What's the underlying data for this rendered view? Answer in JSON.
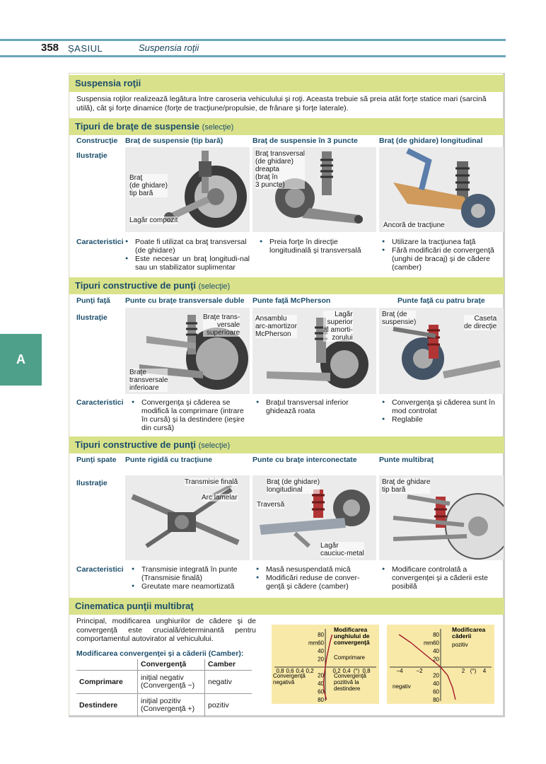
{
  "header": {
    "page_number": "358",
    "chapter": "ȘASIUL",
    "section": "Suspensia roţii"
  },
  "side_tab": "A",
  "s1": {
    "title": "Suspensia roţii",
    "intro": "Suspensia roţilor realizează legătura între caroseria vehiculului şi roţi. Aceasta trebuie să preia atât forţe statice mari (sarcină utilă), cât şi forţe dinamice (forţe de tracţiune/propulsie, de frânare şi forţe laterale)."
  },
  "s2": {
    "title": "Tipuri de braţe de suspensie",
    "sel": "(selecţie)",
    "row_construct": "Construcţie",
    "row_ilus": "Ilustraţie",
    "row_car": "Caracteristici",
    "cols": [
      "Braţ de suspensie (tip bară)",
      "Braţ de suspensie în 3 puncte",
      "Braţ (de ghidare) longitudinal"
    ],
    "img1_labels": [
      "Braţ\n(de ghidare)\ntip bară",
      "Lagăr compozit"
    ],
    "img2_labels": [
      "Braţ transversal\n(de ghidare)\ndreapta\n(braţ în\n3 puncte)"
    ],
    "img3_labels": [
      "Ancoră de tracţiune"
    ],
    "car1": [
      "Poate fi utilizat ca braţ transversal (de ghidare)",
      "Este necesar un braţ longitudi-nal sau un stabilizator suplimentar"
    ],
    "car2": [
      "Preia forţe în direcţie longitudinală şi transversală"
    ],
    "car3": [
      "Utilizare la tracţiunea faţă",
      "Fără modificări de convergenţă (unghi de bracaj) şi de cădere (camber)"
    ]
  },
  "s3": {
    "title": "Tipuri constructive de punţi",
    "sel": "(selecţie)",
    "row_construct": "Punţi faţă",
    "row_ilus": "Ilustraţie",
    "row_car": "Caracteristici",
    "cols": [
      "Punte cu braţe transversale duble",
      "Punte faţă McPherson",
      "Punte faţă cu patru braţe"
    ],
    "img1_labels": [
      "Braţe trans-\nversale\nsuperioare",
      "Braţe\ntransversale\ninferioare"
    ],
    "img2_labels": [
      "Ansamblu\narc-amortizor\nMcPherson",
      "Lagăr\nsuperior\nal amorti-\nzorului"
    ],
    "img3_labels": [
      "Braţ (de\nsuspensie)",
      "Caseta\nde direcţie"
    ],
    "car1": [
      "Convergenţa şi căderea se modifică la comprimare (intrare în cursă) şi la destindere (ieşire din cursă)"
    ],
    "car2": [
      "Braţul transversal inferior ghidează roata"
    ],
    "car3": [
      "Convergenţa şi căderea sunt în mod controlat",
      "Reglabile"
    ]
  },
  "s4": {
    "title": "Tipuri constructive de punţi",
    "sel": "(selecţie)",
    "row_construct": "Punţi spate",
    "row_ilus": "Ilustraţie",
    "row_car": "Caracteristici",
    "cols": [
      "Punte rigidă cu tracţiune",
      "Punte cu braţe interconectate",
      "Punte multibraţ"
    ],
    "img1_labels": [
      "Transmisie finală",
      "Arc lamelar"
    ],
    "img2_labels": [
      "Braţ (de ghidare)\nlongitudinal",
      "Traversă",
      "Lagăr\ncauciuc-metal"
    ],
    "img3_labels": [
      "Braţ de ghidare\ntip bară"
    ],
    "car1": [
      "Transmisie integrată în punte (Transmisie finală)",
      "Greutate mare neamortizată"
    ],
    "car2": [
      "Masă nesuspendată mică",
      "Modificări reduse de conver-genţă şi cădere (camber)"
    ],
    "car3": [
      "Modificare controlată a convergenţei şi a căderii este posibilă"
    ]
  },
  "s5": {
    "title": "Cinematica punţii multibraţ",
    "text": "Principal, modificarea unghiurilor de cădere şi de convergenţă este crucială/determinantă pentru comportamentul autovirator al vehiculului.",
    "table_title": "Modificarea convergenţei şi a căderii (Camber):",
    "table_head": [
      "",
      "Convergenţă",
      "Camber"
    ],
    "table_rows": [
      [
        "Comprimare",
        "iniţial negativ\n(Convergenţă −)",
        "negativ"
      ],
      [
        "Destindere",
        "iniţial pozitiv\n(Convergenţă +)",
        "pozitiv"
      ]
    ]
  },
  "chart_data": [
    {
      "type": "line",
      "title": "Modificarea unghiului de convergenţă",
      "ylabel": "mm",
      "xlabel": "(°)",
      "x_ticks": [
        "0,8",
        "0,6",
        "0,4",
        "0,2",
        "0,2",
        "0,4",
        "(°)",
        "0,8"
      ],
      "y_ticks": [
        "80",
        "60",
        "40",
        "20",
        "20",
        "40",
        "60",
        "80"
      ],
      "annotations": [
        "Comprimare",
        "Convergenţă negativă",
        "Convergenţă pozitivă la destindere"
      ],
      "xlim": [
        -0.8,
        0.8
      ],
      "ylim": [
        -80,
        80
      ],
      "series": [
        {
          "x": [
            0.12,
            0.08,
            0.05,
            0.02,
            0.0,
            -0.02,
            -0.03,
            -0.02,
            0.02
          ],
          "y": [
            80,
            60,
            40,
            20,
            0,
            -20,
            -40,
            -60,
            -80
          ]
        }
      ]
    },
    {
      "type": "line",
      "title": "Modificarea căderii",
      "ylabel": "mm",
      "xlabel": "(°)",
      "x_ticks": [
        "−4",
        "−2",
        "2",
        "(°)",
        "4"
      ],
      "y_ticks": [
        "80",
        "60",
        "40",
        "20",
        "20",
        "40",
        "60",
        "80"
      ],
      "annotations": [
        "pozitiv",
        "negativ"
      ],
      "xlim": [
        -5,
        5
      ],
      "ylim": [
        -80,
        80
      ],
      "series": [
        {
          "x": [
            -4.2,
            -3.0,
            -2.0,
            -1.0,
            0,
            0.7,
            1.2,
            1.5
          ],
          "y": [
            80,
            60,
            40,
            20,
            0,
            -20,
            -50,
            -80
          ]
        }
      ]
    }
  ],
  "colors": {
    "band": "#d9e28a",
    "heading": "#1c4e6b",
    "rule": "#6aa5b7",
    "tab": "#4fa08a",
    "chart_bg": "#f8e9a8",
    "curve": "#a3162a"
  }
}
